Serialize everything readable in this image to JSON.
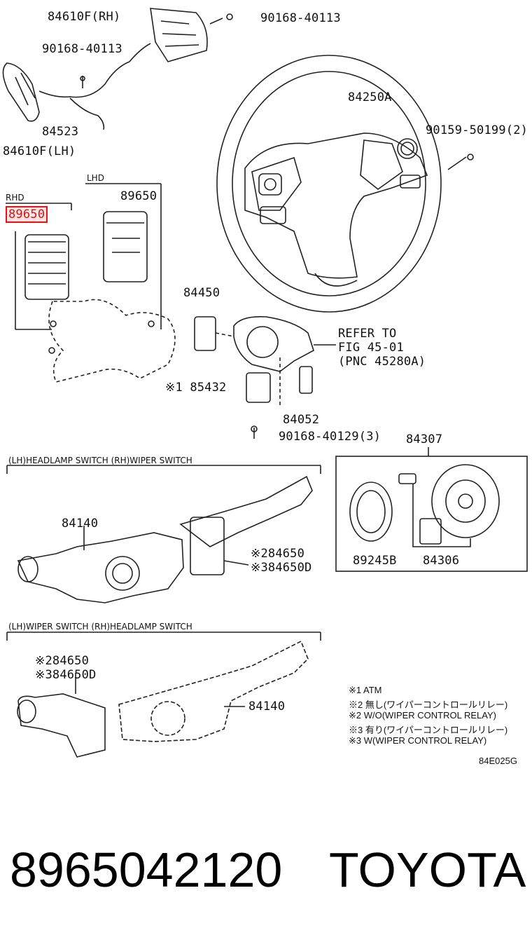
{
  "labels": {
    "p84610f_rh": "84610F(RH)",
    "p90168_top": "90168-40113",
    "p90168_left": "90168-40113",
    "p84523": "84523",
    "p84610f_lh": "84610F(LH)",
    "p84250a": "84250A",
    "p90159": "90159-50199(2)",
    "lhd": "LHD",
    "rhd": "RHD",
    "p89650_rhd": "89650",
    "p89650_lhd": "89650",
    "p84450": "84450",
    "refer_1": "REFER TO",
    "refer_2": "FIG 45-01",
    "refer_3": "(PNC 45280A)",
    "p85432": "※1 85432",
    "p84052": "84052",
    "p90168_bottom": "90168-40129(3)",
    "p84307": "84307",
    "p89245b": "89245B",
    "p84306": "84306",
    "section1_title": "(LH)HEADLAMP SWITCH  (RH)WIPER SWITCH",
    "p84140_a": "84140",
    "p84650_a": "※284650",
    "p84650d_a": "※384650D",
    "section2_title": "(LH)WIPER SWITCH  (RH)HEADLAMP SWITCH",
    "p84650_b": "※284650",
    "p84650d_b": "※384650D",
    "p84140_b": "84140",
    "diagram_code": "84E025G"
  },
  "notes": [
    "※1 ATM",
    "※2 無し(ワイパーコントロールリレー)",
    "※2 W/O(WIPER CONTROL RELAY)",
    "※3 有り(ワイパーコントロールリレー)",
    "※3 W(WIPER CONTROL RELAY)"
  ],
  "footer": {
    "part_number": "8965042120",
    "brand": "TOYOTA"
  },
  "colors": {
    "highlight": "#e11111",
    "ink": "#111111"
  }
}
